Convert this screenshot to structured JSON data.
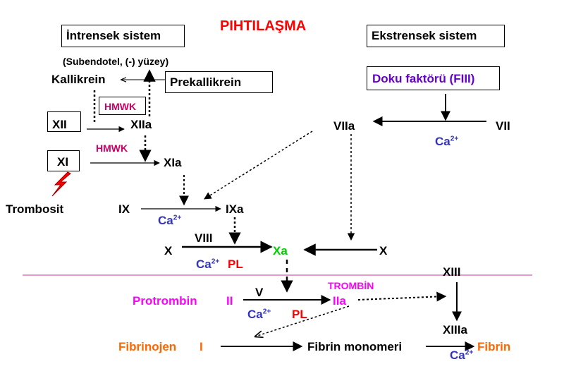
{
  "title": "PIHTILAŞMA",
  "intrinsic": {
    "label": "İntrensek sistem",
    "note": "(Subendotel, (-) yüzey)",
    "kallikrein": "Kallikrein",
    "prekallikrein": "Prekallikrein",
    "hmwk_1": "HMWK",
    "hmwk_2": "HMWK",
    "xii": "XII",
    "xiia": "XIIa",
    "xi": "XI",
    "xia": "XIa",
    "trombosit": "Trombosit",
    "ix": "IX",
    "ixa": "IXa",
    "ca_ix": "Ca",
    "viii": "VIII",
    "x_left": "X",
    "ca_x": "Ca",
    "pl_x": "PL"
  },
  "extrinsic": {
    "label": "Ekstrensek sistem",
    "tissue_factor": "Doku faktörü (FIII)",
    "viia": "VIIa",
    "vii": "VII",
    "ca_vii": "Ca"
  },
  "common": {
    "xa": "Xa",
    "x_right": "X",
    "protrombin": "Protrombin",
    "protrombin_roman": "II",
    "v": "V",
    "ca_ii": "Ca",
    "pl_ii": "PL",
    "trombin": "TROMBİN",
    "iia": "IIa",
    "xiii": "XIII",
    "xiiia": "XIIIa",
    "fibrinojen": "Fibrinojen",
    "fibrinojen_roman": "I",
    "fibrin_monomeri": "Fibrin monomeri",
    "ca_fibrin": "Ca",
    "fibrin": "Fibrin"
  },
  "ca_superscript": "2+",
  "colors": {
    "title": "#ff0000",
    "hmwk": "#cc0066",
    "extrinsic_label": "#6600cc",
    "calcium": "#3333bb",
    "pl": "#ff0000",
    "xa": "#00cc00",
    "magenta": "#ff00ff",
    "orange": "#ff6600",
    "divider": "#cc3399",
    "platelet_icon": "#ff0000"
  }
}
